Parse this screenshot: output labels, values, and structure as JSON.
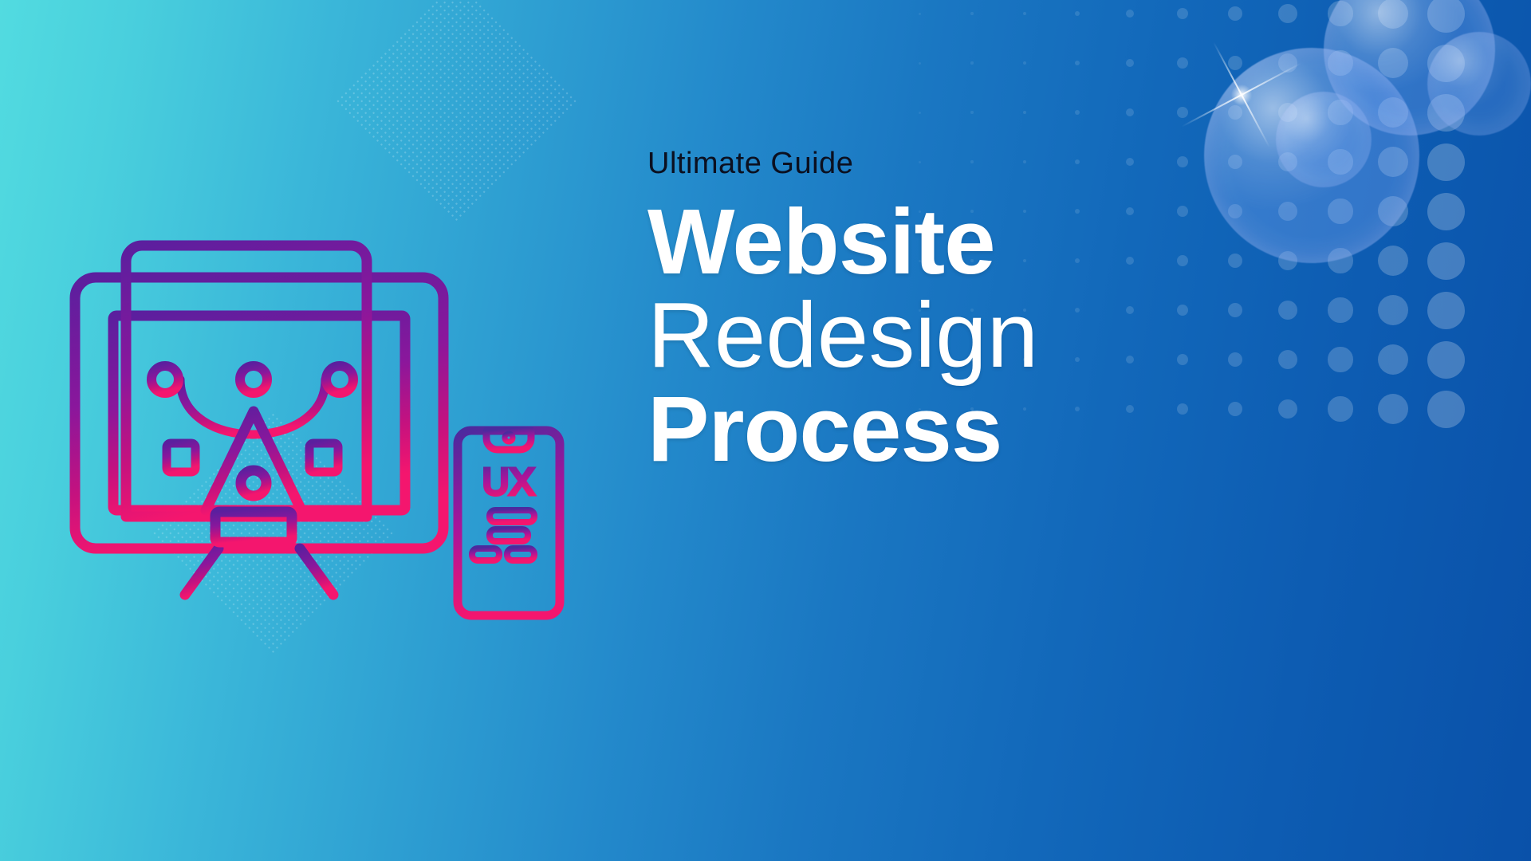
{
  "banner": {
    "eyebrow": "Ultimate Guide",
    "headline_lines": [
      {
        "text": "Website",
        "weight": "bold"
      },
      {
        "text": "Redesign",
        "weight": "light"
      },
      {
        "text": "Process",
        "weight": "bold"
      }
    ],
    "colors": {
      "gradient_start": "#52DBE0",
      "gradient_end": "#0A51A9",
      "headline_text": "#FFFFFF",
      "eyebrow_text": "#0B1020",
      "illustration_top": "#5B1F9E",
      "illustration_bottom": "#F4166E",
      "halftone_dot": "#FFFFFF"
    }
  },
  "illustration": {
    "name": "website-redesign-illustration",
    "monitor": {
      "name": "desktop-monitor",
      "screen_content": "pen-tool-with-bezier-path"
    },
    "phone": {
      "name": "mobile-phone",
      "screen_label": "UX",
      "screen_content": "ux-wireframe-bars"
    },
    "icons": [
      "monitor-icon",
      "pen-tool-icon",
      "bezier-anchor-point-icon",
      "bezier-handle-icon",
      "mobile-phone-icon",
      "wireframe-bar-icon"
    ]
  },
  "decorations": {
    "halftone_grid": {
      "name": "halftone-dot-grid",
      "columns": 11,
      "rows": 9
    },
    "diamonds": [
      {
        "name": "dotted-diamond-top"
      },
      {
        "name": "dotted-diamond-behind-monitor"
      }
    ],
    "bubbles": [
      {
        "name": "soap-bubble-large"
      },
      {
        "name": "soap-bubble-medium"
      },
      {
        "name": "soap-bubble-small"
      },
      {
        "name": "sparkle-star"
      }
    ]
  }
}
